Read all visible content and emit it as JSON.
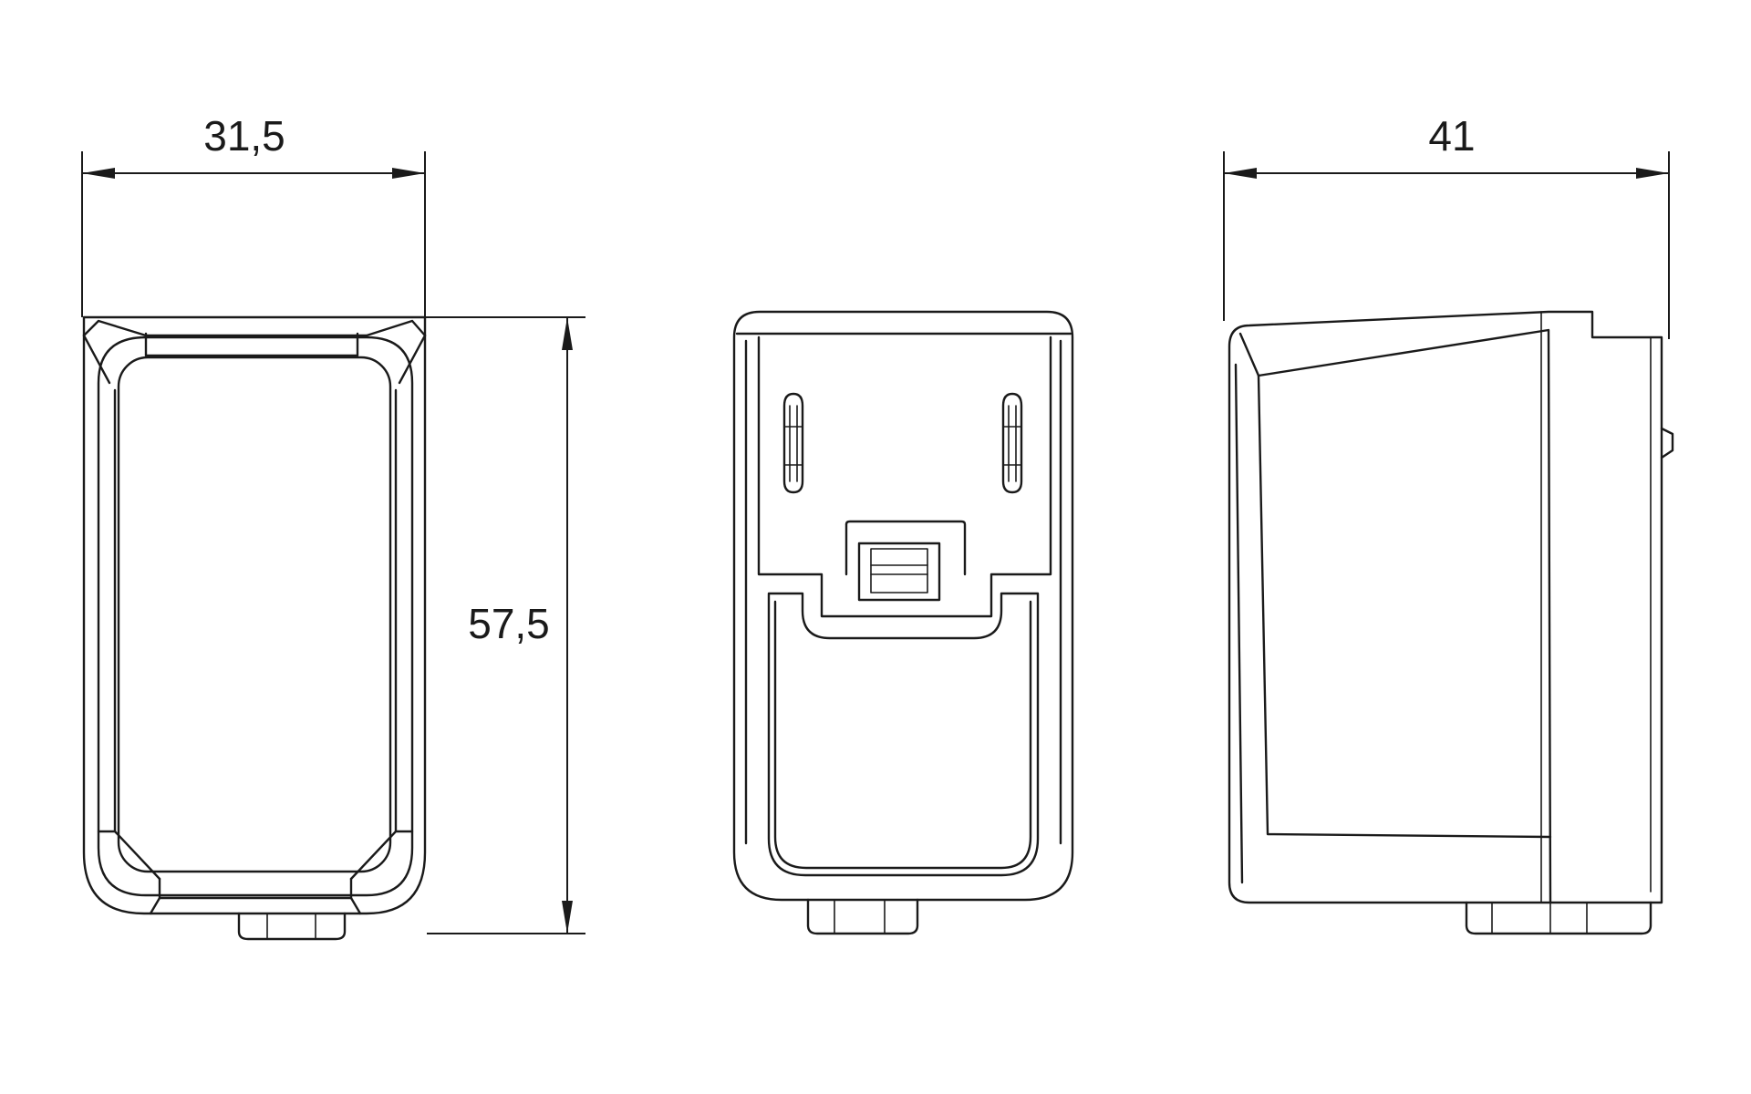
{
  "dimensions": {
    "width_front": "31,5",
    "height": "57,5",
    "depth_side": "41"
  }
}
